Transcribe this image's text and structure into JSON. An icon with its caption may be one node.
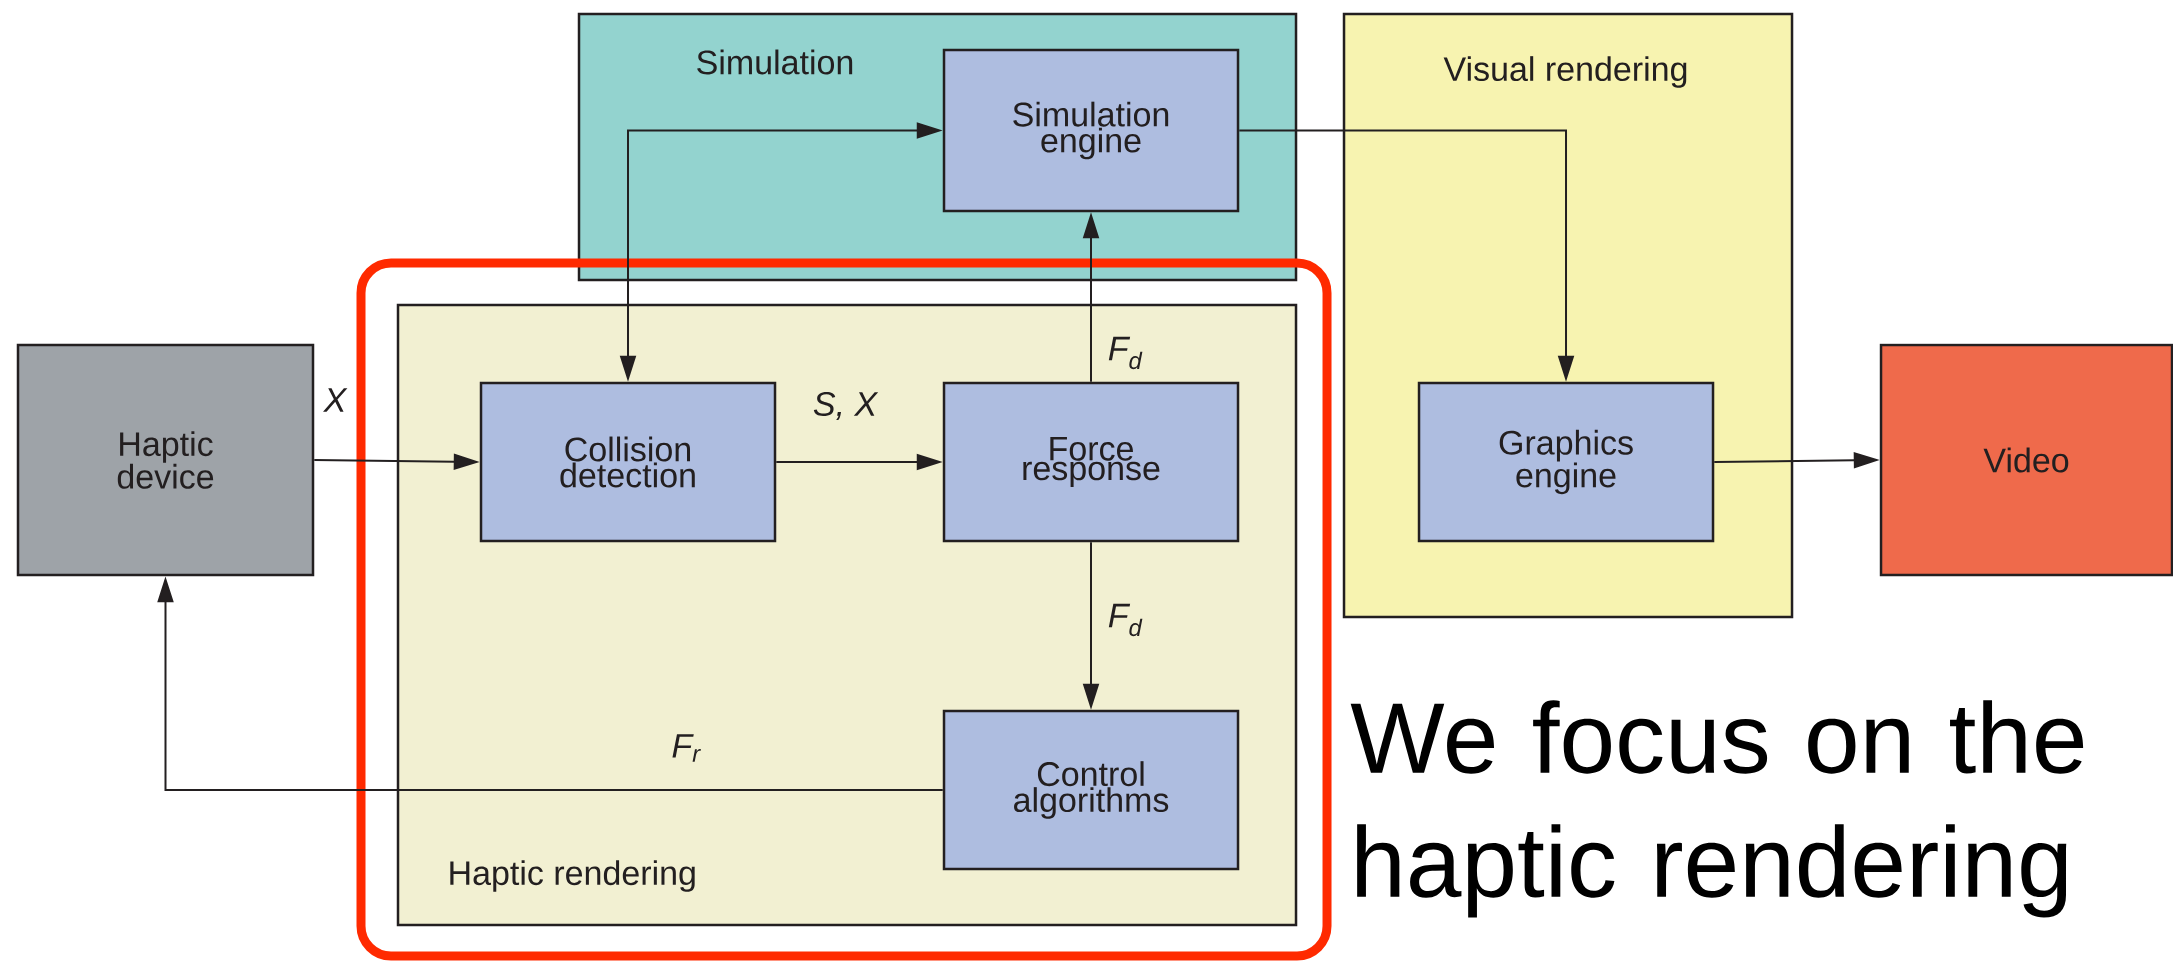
{
  "diagram": {
    "nodes": [
      {
        "text": [
          "Simulation"
        ]
      },
      {
        "text": [
          "Simulation engine"
        ],
        "in": 0
      },
      {
        "text": [
          "Visual rendering"
        ]
      },
      {
        "text": [
          "Haptic device"
        ]
      },
      {
        "text": [
          "Haptic rendering"
        ]
      },
      {
        "text": [
          "Collision detection"
        ],
        "in": 4
      },
      {
        "text": [
          "Force response"
        ],
        "in": 4
      },
      {
        "text": [
          "Graphics engine"
        ],
        "in": 2
      },
      {
        "text": [
          "Video"
        ]
      },
      {
        "text": [
          "Control algorithms"
        ],
        "in": 4
      }
    ],
    "edges": [
      {
        "from": 3,
        "to": 5,
        "arrow": "to",
        "label": "X"
      },
      {
        "from": 5,
        "to": 6,
        "arrow": "to",
        "label": "S, X"
      },
      {
        "from": 6,
        "to": 1,
        "arrow": "to",
        "label": "F$_{d}$"
      },
      {
        "from": 5,
        "to": 1,
        "arrow": "both"
      },
      {
        "from": 1,
        "to": 7,
        "arrow": "to"
      },
      {
        "from": 7,
        "to": 8,
        "arrow": "to"
      },
      {
        "from": 6,
        "to": 9,
        "arrow": "to",
        "label": "F$_{d}$"
      },
      {
        "from": 9,
        "to": 3,
        "arrow": "to",
        "label": "F$_{r}$"
      }
    ],
    "labels": [
      "We focus on the haptic rendering"
    ]
  }
}
